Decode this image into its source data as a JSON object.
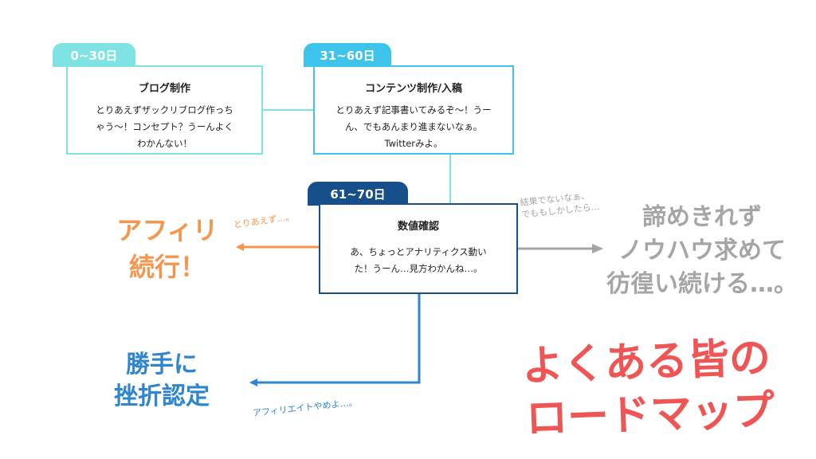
{
  "phases": [
    {
      "period": "0~30日",
      "title": "ブログ制作",
      "body": "とりあえずザックリブログ作っち\nゃう〜！コンセプト？うーんよく\nわかんない！"
    },
    {
      "period": "31~60日",
      "title": "コンテンツ制作/入稿",
      "body": "とりあえず記事書いてみるぞ〜！うー\nん、でもあんまり進まないなぁ。\nTwitterみよ。"
    },
    {
      "period": "61~70日",
      "title": "数値確認",
      "body": "あ、ちょっとアナリティクス動い\nた！うーん…見方わかんね…。"
    }
  ],
  "outcomes": {
    "continue": {
      "text": "アフィリ\n続行！",
      "note": "とりあえず…。"
    },
    "wander": {
      "text": "諦めきれず\nノウハウ求めて\n彷徨い続ける…。",
      "note": "結果でないなぁ、\nでももしかしたら…"
    },
    "quit": {
      "text": "勝手に\n挫折認定",
      "note": "アフィリエイトやめよ…。"
    }
  },
  "headline": {
    "line1": "よくある皆の",
    "line2": "ロードマップ"
  },
  "colors": {
    "phase1": "#7fe3e3",
    "phase2": "#3ec4ea",
    "phase3": "#174f8a",
    "continue": "#f5964f",
    "wander": "#a5a5a5",
    "quit": "#2f86cf",
    "headline": "#f05555"
  }
}
